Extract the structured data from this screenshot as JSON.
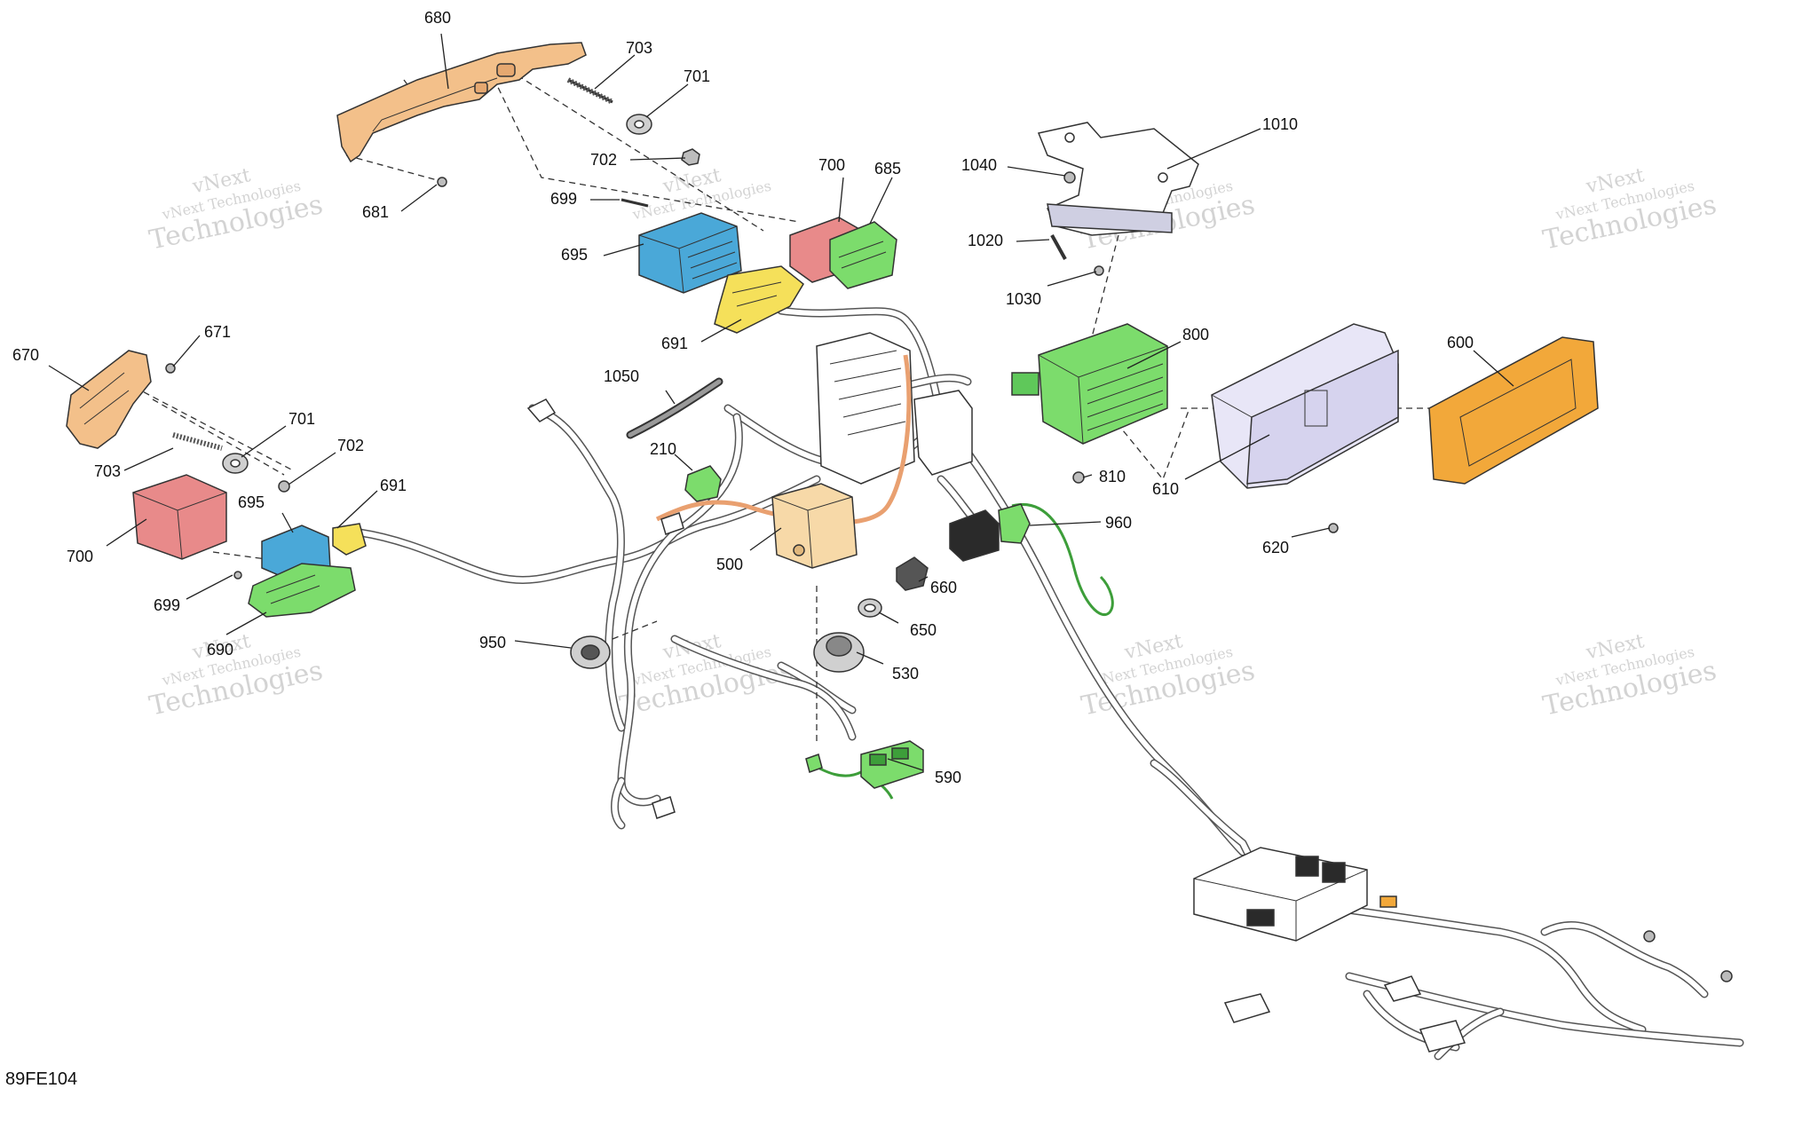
{
  "figure_code": "89FE104",
  "watermark": {
    "line1": "vNext",
    "line2": "vNext Technologies",
    "line3": "Technologies"
  },
  "callouts": {
    "c680": "680",
    "c703a": "703",
    "c701a": "701",
    "c702a": "702",
    "c681": "681",
    "c699a": "699",
    "c700a": "700",
    "c685": "685",
    "c695a": "695",
    "c691a": "691",
    "c1040": "1040",
    "c1010": "1010",
    "c1020": "1020",
    "c1030": "1030",
    "c800": "800",
    "c600": "600",
    "c610": "610",
    "c620": "620",
    "c810": "810",
    "c671": "671",
    "c670": "670",
    "c701b": "701",
    "c703b": "703",
    "c702b": "702",
    "c695b": "695",
    "c691b": "691",
    "c700b": "700",
    "c699b": "699",
    "c690": "690",
    "c1050": "1050",
    "c210": "210",
    "c500": "500",
    "c960": "960",
    "c660": "660",
    "c650": "650",
    "c530": "530",
    "c950": "950",
    "c590": "590"
  },
  "colors": {
    "orange_part": "#f3c08a",
    "red_part": "#e88a8a",
    "green_part": "#7cdc6c",
    "blue_part": "#4aa8d8",
    "yellow_part": "#f5e05a",
    "cream_part": "#f7d9a8",
    "violet_part": "#d6d3ee",
    "amber_part": "#f2a83a"
  }
}
